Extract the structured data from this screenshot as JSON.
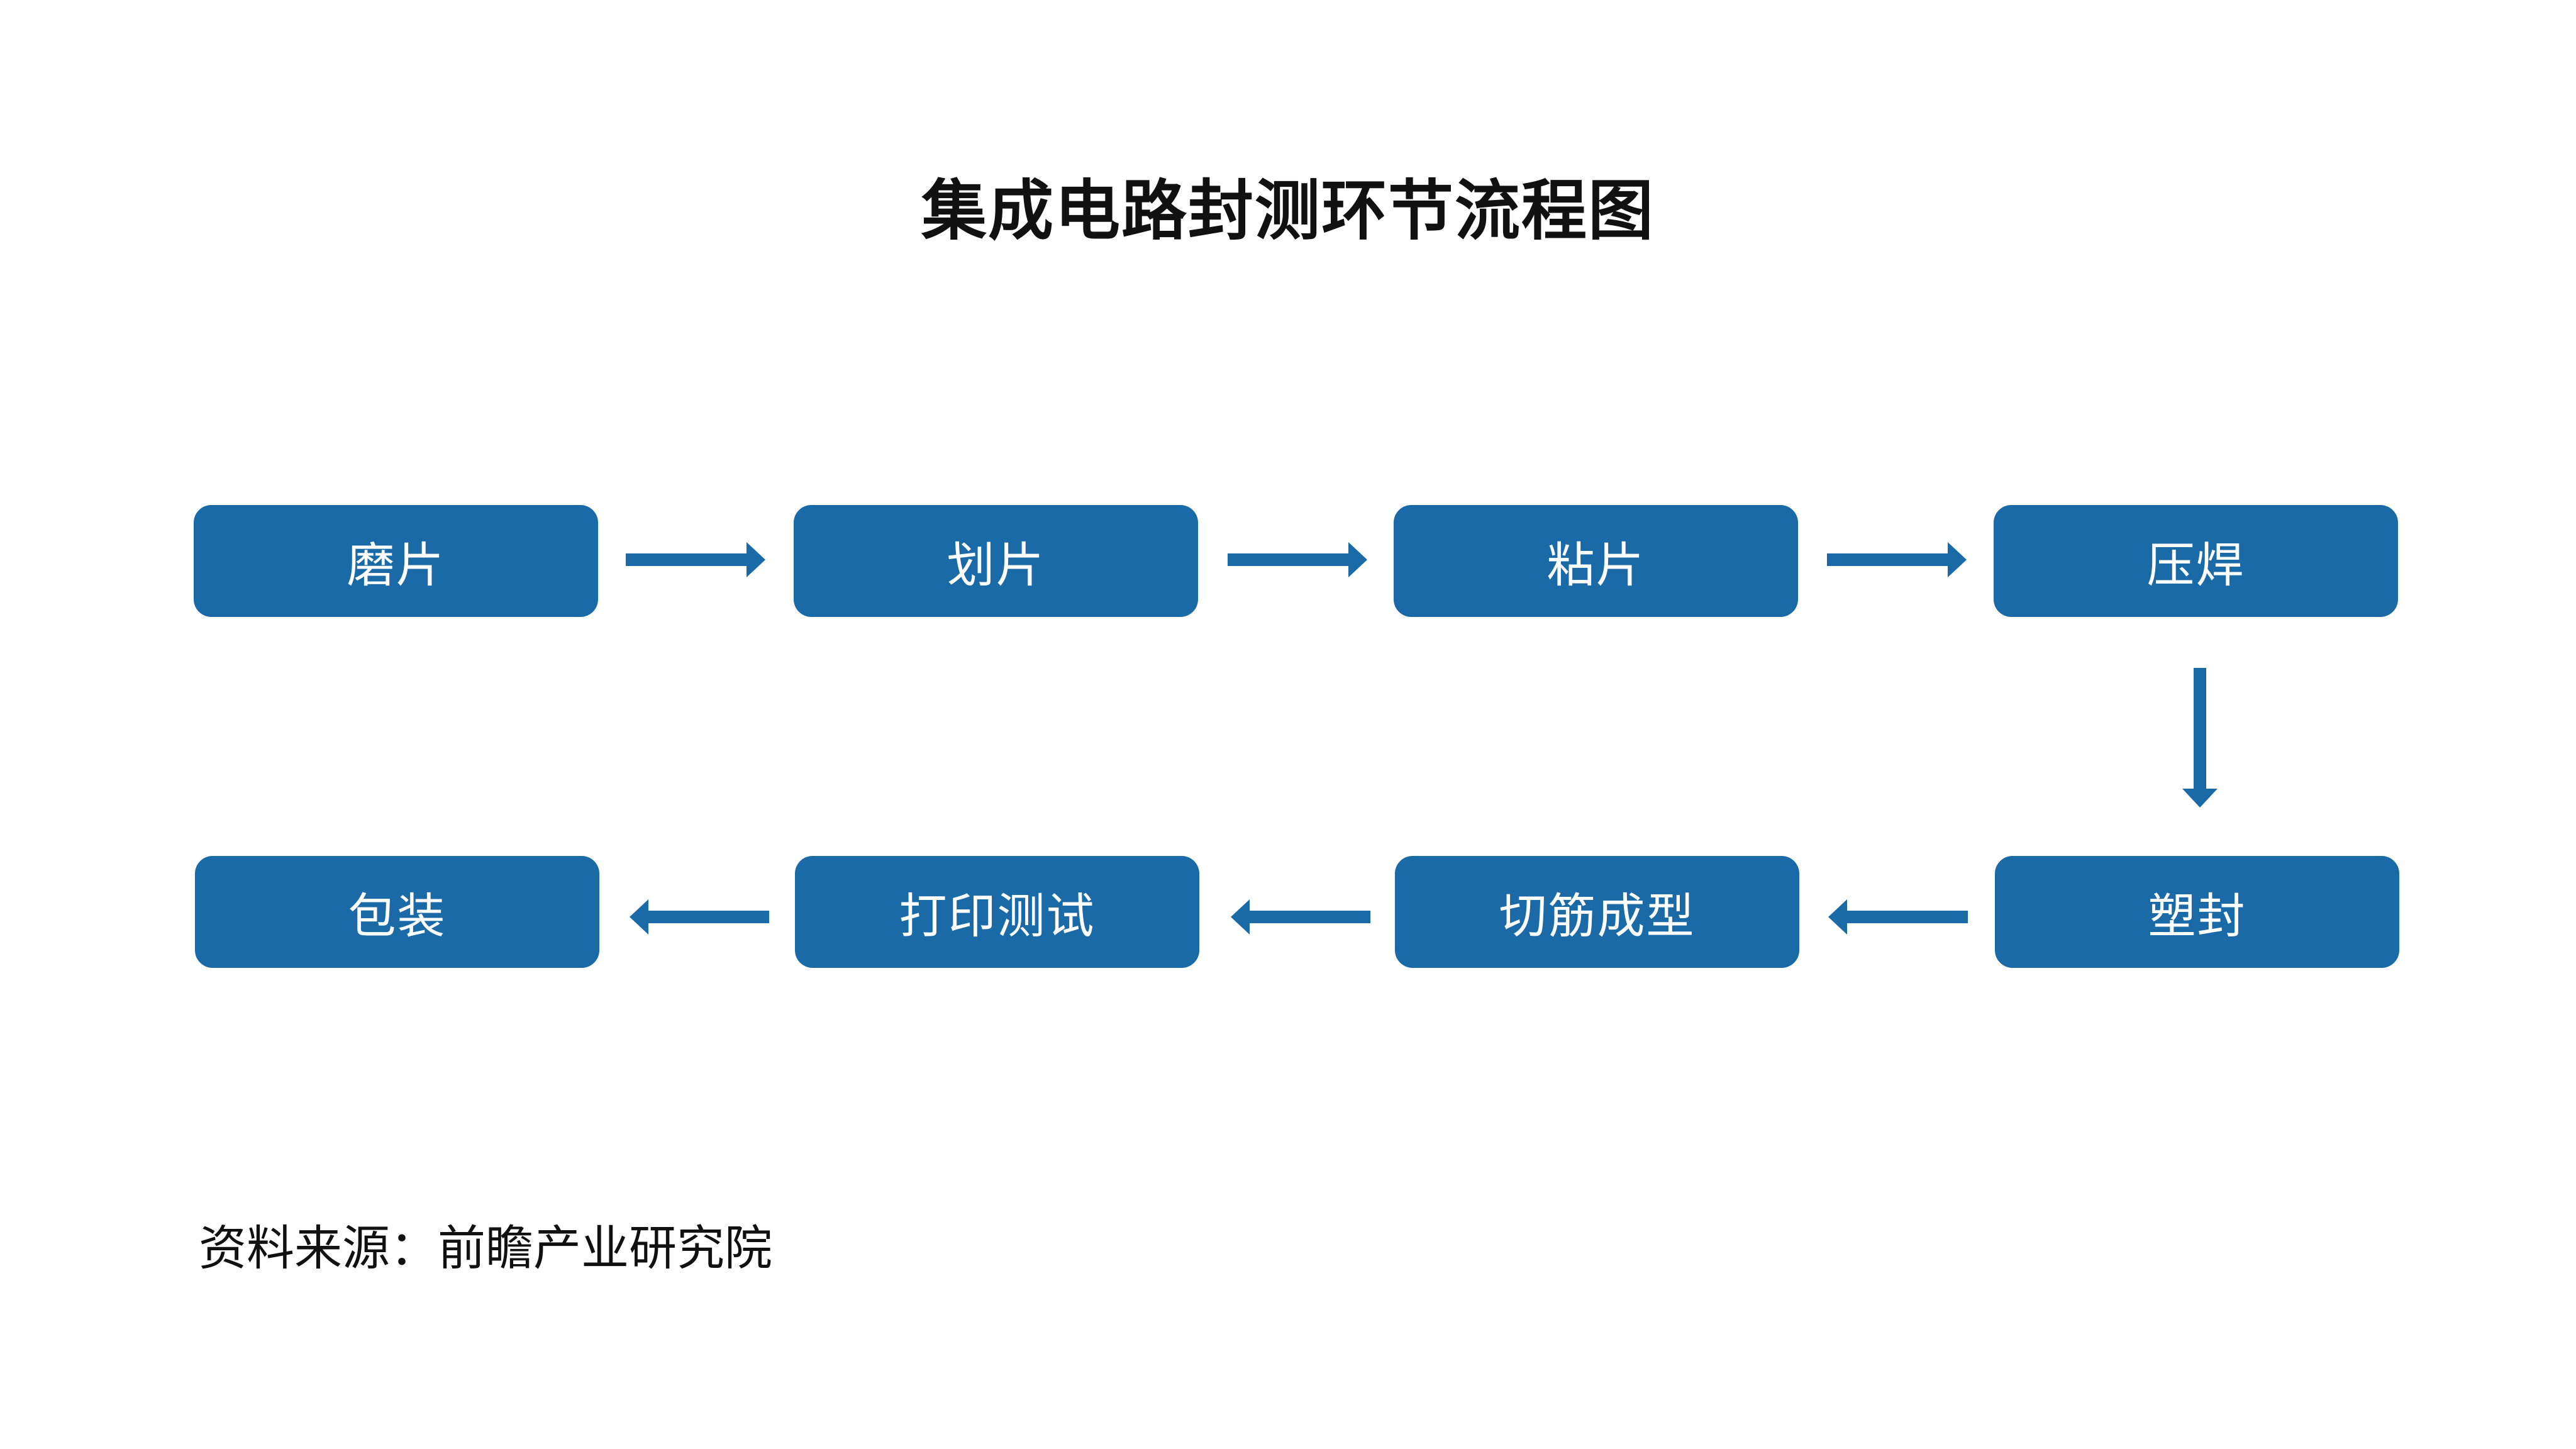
{
  "title": "集成电路封测环节流程图",
  "colors": {
    "box_fill": "#1b6aa8",
    "arrow_fill": "#1b6aa8",
    "box_text": "#ffffff",
    "title_text": "#111111"
  },
  "steps": [
    {
      "label": "磨片"
    },
    {
      "label": "划片"
    },
    {
      "label": "粘片"
    },
    {
      "label": "压焊"
    },
    {
      "label": "塑封"
    },
    {
      "label": "切筋成型"
    },
    {
      "label": "打印测试"
    },
    {
      "label": "包装"
    }
  ],
  "source": "资料来源：前瞻产业研究院"
}
